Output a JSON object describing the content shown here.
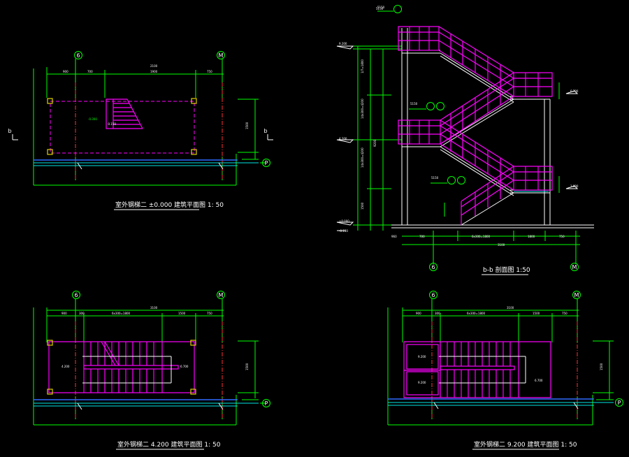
{
  "drawing": {
    "titles": {
      "plan_0000": "室外钢梯二  ±0.000  建筑平面图  1: 50",
      "section_bb": "b-b  剖面图 1:50",
      "plan_4200": "室外钢梯二  4.200  建筑平面图  1: 50",
      "plan_9200": "室外钢梯二  9.200  建筑平面图  1: 50"
    },
    "axis_labels": {
      "left_axis": "6",
      "right_axis": "M",
      "row_axis": "P"
    },
    "section_marks": {
      "cut_left": "b",
      "cut_right": "b"
    },
    "colors": {
      "background": "#000000",
      "dimension": "#00ff00",
      "stair": "#ff00ff",
      "grid": "#ff3030",
      "wall": "#2f6bff",
      "text": "#ffffff"
    }
  }
}
